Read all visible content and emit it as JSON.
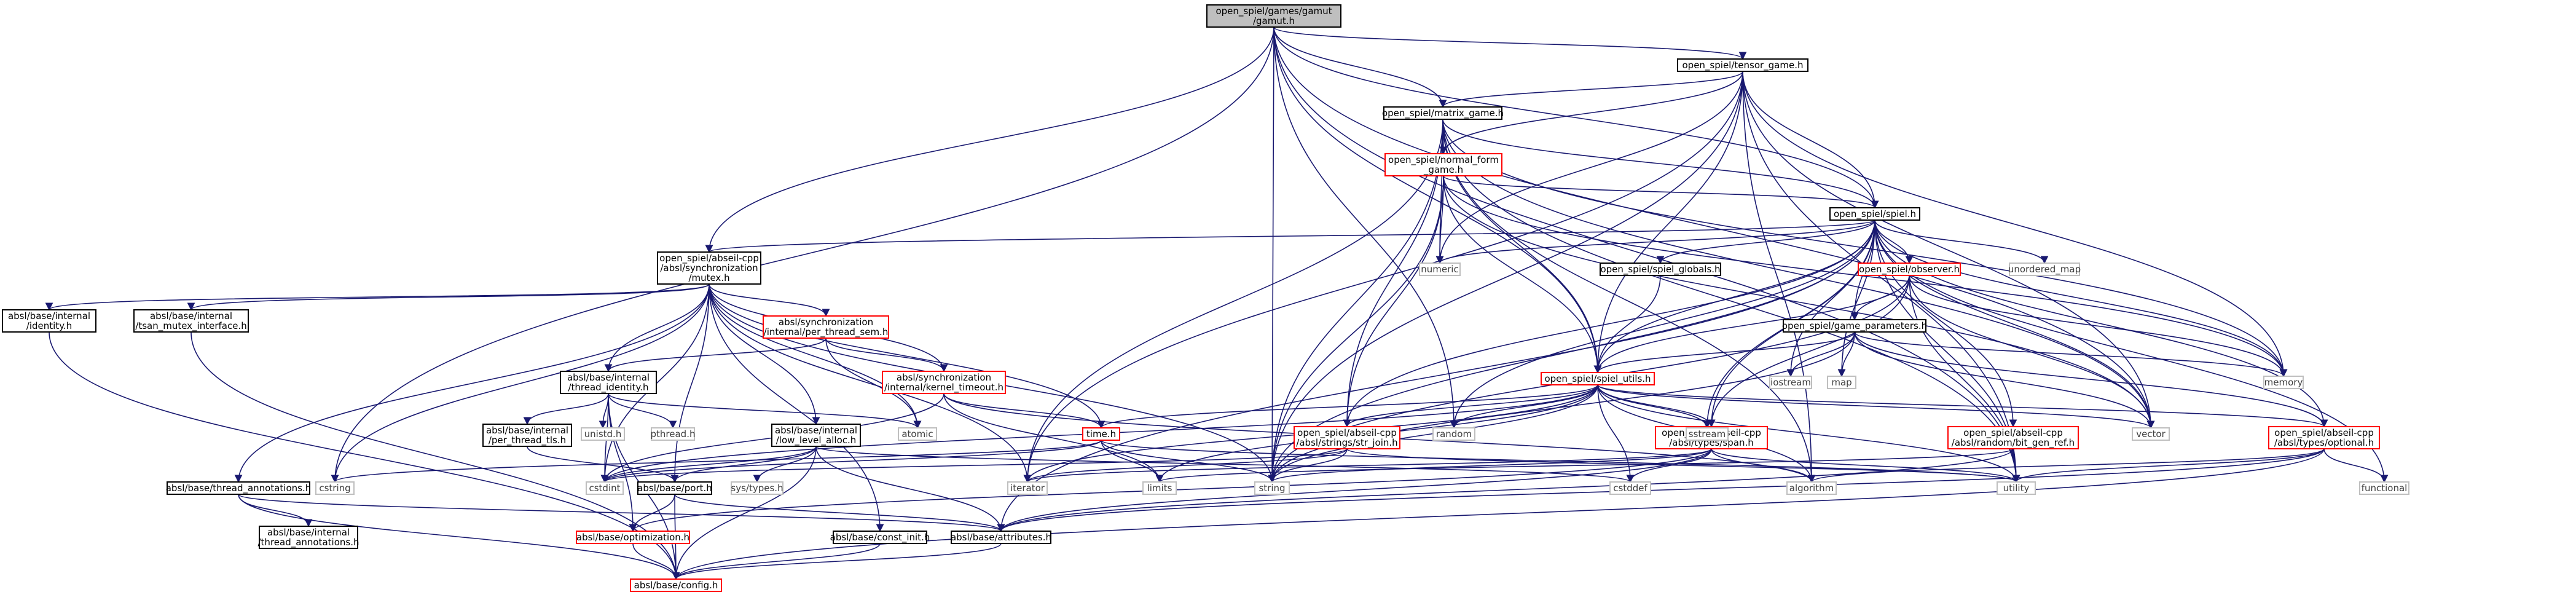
{
  "nodes": [
    {
      "id": "gamut",
      "lines": [
        "open_spiel/games/gamut",
        "/gamut.h"
      ],
      "style": "root"
    },
    {
      "id": "tensor_game",
      "lines": [
        "open_spiel/tensor_game.h"
      ],
      "style": "normal"
    },
    {
      "id": "matrix_game",
      "lines": [
        "open_spiel/matrix_game.h"
      ],
      "style": "normal"
    },
    {
      "id": "normal_form_game",
      "lines": [
        "open_spiel/normal_form",
        "_game.h"
      ],
      "style": "missing"
    },
    {
      "id": "spiel",
      "lines": [
        "open_spiel/spiel.h"
      ],
      "style": "normal"
    },
    {
      "id": "mutex",
      "lines": [
        "open_spiel/abseil-cpp",
        "/absl/synchronization",
        "/mutex.h"
      ],
      "style": "normal"
    },
    {
      "id": "spiel_globals",
      "lines": [
        "open_spiel/spiel_globals.h"
      ],
      "style": "normal"
    },
    {
      "id": "observer",
      "lines": [
        "open_spiel/observer.h"
      ],
      "style": "missing"
    },
    {
      "id": "game_parameters",
      "lines": [
        "open_spiel/game_parameters.h"
      ],
      "style": "normal"
    },
    {
      "id": "spiel_utils",
      "lines": [
        "open_spiel/spiel_utils.h"
      ],
      "style": "missing"
    },
    {
      "id": "identity",
      "lines": [
        "absl/base/internal",
        "/identity.h"
      ],
      "style": "normal"
    },
    {
      "id": "tsan",
      "lines": [
        "absl/base/internal",
        "/tsan_mutex_interface.h"
      ],
      "style": "normal"
    },
    {
      "id": "per_thread_sem",
      "lines": [
        "absl/synchronization",
        "/internal/per_thread_sem.h"
      ],
      "style": "missing"
    },
    {
      "id": "kernel_timeout",
      "lines": [
        "absl/synchronization",
        "/internal/kernel_timeout.h"
      ],
      "style": "missing"
    },
    {
      "id": "thread_identity",
      "lines": [
        "absl/base/internal",
        "/thread_identity.h"
      ],
      "style": "normal"
    },
    {
      "id": "per_thread_tls",
      "lines": [
        "absl/base/internal",
        "/per_thread_tls.h"
      ],
      "style": "normal"
    },
    {
      "id": "low_level_alloc",
      "lines": [
        "absl/base/internal",
        "/low_level_alloc.h"
      ],
      "style": "normal"
    },
    {
      "id": "time",
      "lines": [
        "time.h"
      ],
      "style": "missing"
    },
    {
      "id": "str_join",
      "lines": [
        "open_spiel/abseil-cpp",
        "/absl/strings/str_join.h"
      ],
      "style": "missing"
    },
    {
      "id": "span",
      "lines": [
        "open_spiel/abseil-cpp",
        "/absl/types/span.h"
      ],
      "style": "missing"
    },
    {
      "id": "bit_gen_ref",
      "lines": [
        "open_spiel/abseil-cpp",
        "/absl/random/bit_gen_ref.h"
      ],
      "style": "missing"
    },
    {
      "id": "optional",
      "lines": [
        "open_spiel/abseil-cpp",
        "/absl/types/optional.h"
      ],
      "style": "missing"
    },
    {
      "id": "thread_annotations",
      "lines": [
        "absl/base/thread_annotations.h"
      ],
      "style": "normal"
    },
    {
      "id": "internal_thread_annotations",
      "lines": [
        "absl/base/internal",
        "/thread_annotations.h"
      ],
      "style": "normal"
    },
    {
      "id": "port",
      "lines": [
        "absl/base/port.h"
      ],
      "style": "normal"
    },
    {
      "id": "optimization",
      "lines": [
        "absl/base/optimization.h"
      ],
      "style": "missing"
    },
    {
      "id": "config",
      "lines": [
        "absl/base/config.h"
      ],
      "style": "missing"
    },
    {
      "id": "const_init",
      "lines": [
        "absl/base/const_init.h"
      ],
      "style": "normal"
    },
    {
      "id": "attributes",
      "lines": [
        "absl/base/attributes.h"
      ],
      "style": "normal"
    },
    {
      "id": "numeric",
      "lines": [
        "numeric"
      ],
      "style": "plain"
    },
    {
      "id": "unordered_map",
      "lines": [
        "unordered_map"
      ],
      "style": "plain"
    },
    {
      "id": "memory",
      "lines": [
        "memory"
      ],
      "style": "plain"
    },
    {
      "id": "iostream",
      "lines": [
        "iostream"
      ],
      "style": "plain"
    },
    {
      "id": "map",
      "lines": [
        "map"
      ],
      "style": "plain"
    },
    {
      "id": "unistd",
      "lines": [
        "unistd.h"
      ],
      "style": "plain"
    },
    {
      "id": "pthread",
      "lines": [
        "pthread.h"
      ],
      "style": "plain"
    },
    {
      "id": "atomic",
      "lines": [
        "atomic"
      ],
      "style": "plain"
    },
    {
      "id": "random",
      "lines": [
        "random"
      ],
      "style": "plain"
    },
    {
      "id": "sstream",
      "lines": [
        "sstream"
      ],
      "style": "plain"
    },
    {
      "id": "vector",
      "lines": [
        "vector"
      ],
      "style": "plain"
    },
    {
      "id": "cstring",
      "lines": [
        "cstring"
      ],
      "style": "plain"
    },
    {
      "id": "cstdint",
      "lines": [
        "cstdint"
      ],
      "style": "plain"
    },
    {
      "id": "sys_types",
      "lines": [
        "sys/types.h"
      ],
      "style": "plain"
    },
    {
      "id": "iterator",
      "lines": [
        "iterator"
      ],
      "style": "plain"
    },
    {
      "id": "limits",
      "lines": [
        "limits"
      ],
      "style": "plain"
    },
    {
      "id": "string",
      "lines": [
        "string"
      ],
      "style": "plain"
    },
    {
      "id": "cstddef",
      "lines": [
        "cstddef"
      ],
      "style": "plain"
    },
    {
      "id": "algorithm",
      "lines": [
        "algorithm"
      ],
      "style": "plain"
    },
    {
      "id": "utility",
      "lines": [
        "utility"
      ],
      "style": "plain"
    },
    {
      "id": "functional",
      "lines": [
        "functional"
      ],
      "style": "plain"
    }
  ],
  "edges": [
    [
      "gamut",
      "tensor_game"
    ],
    [
      "gamut",
      "matrix_game"
    ],
    [
      "gamut",
      "spiel"
    ],
    [
      "gamut",
      "mutex"
    ],
    [
      "gamut",
      "spiel_utils"
    ],
    [
      "gamut",
      "cstring"
    ],
    [
      "gamut",
      "string"
    ],
    [
      "gamut",
      "vector"
    ],
    [
      "gamut",
      "random"
    ],
    [
      "gamut",
      "utility"
    ],
    [
      "tensor_game",
      "matrix_game"
    ],
    [
      "tensor_game",
      "normal_form_game"
    ],
    [
      "tensor_game",
      "spiel"
    ],
    [
      "tensor_game",
      "spiel_utils"
    ],
    [
      "tensor_game",
      "numeric"
    ],
    [
      "tensor_game",
      "memory"
    ],
    [
      "tensor_game",
      "vector"
    ],
    [
      "tensor_game",
      "string"
    ],
    [
      "tensor_game",
      "utility"
    ],
    [
      "tensor_game",
      "algorithm"
    ],
    [
      "tensor_game",
      "iterator"
    ],
    [
      "matrix_game",
      "normal_form_game"
    ],
    [
      "matrix_game",
      "spiel"
    ],
    [
      "matrix_game",
      "spiel_utils"
    ],
    [
      "matrix_game",
      "numeric"
    ],
    [
      "matrix_game",
      "memory"
    ],
    [
      "matrix_game",
      "vector"
    ],
    [
      "matrix_game",
      "string"
    ],
    [
      "matrix_game",
      "iterator"
    ],
    [
      "matrix_game",
      "str_join"
    ],
    [
      "matrix_game",
      "algorithm"
    ],
    [
      "matrix_game",
      "utility"
    ],
    [
      "normal_form_game",
      "spiel"
    ],
    [
      "normal_form_game",
      "spiel_utils"
    ],
    [
      "normal_form_game",
      "numeric"
    ],
    [
      "normal_form_game",
      "memory"
    ],
    [
      "normal_form_game",
      "vector"
    ],
    [
      "normal_form_game",
      "string"
    ],
    [
      "normal_form_game",
      "str_join"
    ],
    [
      "spiel",
      "mutex"
    ],
    [
      "spiel",
      "spiel_globals"
    ],
    [
      "spiel",
      "observer"
    ],
    [
      "spiel",
      "game_parameters"
    ],
    [
      "spiel",
      "spiel_utils"
    ],
    [
      "spiel",
      "numeric"
    ],
    [
      "spiel",
      "unordered_map"
    ],
    [
      "spiel",
      "memory"
    ],
    [
      "spiel",
      "iostream"
    ],
    [
      "spiel",
      "map"
    ],
    [
      "spiel",
      "random"
    ],
    [
      "spiel",
      "sstream"
    ],
    [
      "spiel",
      "vector"
    ],
    [
      "spiel",
      "string"
    ],
    [
      "spiel",
      "str_join"
    ],
    [
      "spiel",
      "span"
    ],
    [
      "spiel",
      "bit_gen_ref"
    ],
    [
      "spiel",
      "optional"
    ],
    [
      "spiel",
      "functional"
    ],
    [
      "spiel",
      "utility"
    ],
    [
      "spiel",
      "attributes"
    ],
    [
      "spiel_globals",
      "spiel_utils"
    ],
    [
      "observer",
      "game_parameters"
    ],
    [
      "observer",
      "spiel_utils"
    ],
    [
      "observer",
      "memory"
    ],
    [
      "observer",
      "string"
    ],
    [
      "observer",
      "vector"
    ],
    [
      "observer",
      "span"
    ],
    [
      "observer",
      "utility"
    ],
    [
      "game_parameters",
      "spiel_utils"
    ],
    [
      "game_parameters",
      "memory"
    ],
    [
      "game_parameters",
      "map"
    ],
    [
      "game_parameters",
      "string"
    ],
    [
      "game_parameters",
      "vector"
    ],
    [
      "game_parameters",
      "iostream"
    ],
    [
      "game_parameters",
      "optional"
    ],
    [
      "spiel_utils",
      "str_join"
    ],
    [
      "spiel_utils",
      "span"
    ],
    [
      "spiel_utils",
      "time"
    ],
    [
      "spiel_utils",
      "random"
    ],
    [
      "spiel_utils",
      "sstream"
    ],
    [
      "spiel_utils",
      "vector"
    ],
    [
      "spiel_utils",
      "string"
    ],
    [
      "spiel_utils",
      "algorithm"
    ],
    [
      "spiel_utils",
      "cstdint"
    ],
    [
      "spiel_utils",
      "utility"
    ],
    [
      "spiel_utils",
      "cstddef"
    ],
    [
      "spiel_utils",
      "optional"
    ],
    [
      "spiel_utils",
      "iterator"
    ],
    [
      "spiel_utils",
      "limits"
    ],
    [
      "mutex",
      "identity"
    ],
    [
      "mutex",
      "tsan"
    ],
    [
      "mutex",
      "per_thread_sem"
    ],
    [
      "mutex",
      "kernel_timeout"
    ],
    [
      "mutex",
      "thread_identity"
    ],
    [
      "mutex",
      "low_level_alloc"
    ],
    [
      "mutex",
      "thread_annotations"
    ],
    [
      "mutex",
      "const_init"
    ],
    [
      "mutex",
      "atomic"
    ],
    [
      "mutex",
      "cstdint"
    ],
    [
      "mutex",
      "cstring"
    ],
    [
      "mutex",
      "iterator"
    ],
    [
      "mutex",
      "string"
    ],
    [
      "mutex",
      "time"
    ],
    [
      "mutex",
      "port"
    ],
    [
      "identity",
      "config"
    ],
    [
      "tsan",
      "config"
    ],
    [
      "per_thread_sem",
      "thread_identity"
    ],
    [
      "per_thread_sem",
      "kernel_timeout"
    ],
    [
      "per_thread_sem",
      "atomic"
    ],
    [
      "kernel_timeout",
      "cstdint"
    ],
    [
      "kernel_timeout",
      "limits"
    ],
    [
      "kernel_timeout",
      "time"
    ],
    [
      "kernel_timeout",
      "algorithm"
    ],
    [
      "thread_identity",
      "per_thread_tls"
    ],
    [
      "thread_identity",
      "optimization"
    ],
    [
      "thread_identity",
      "config"
    ],
    [
      "thread_identity",
      "unistd"
    ],
    [
      "thread_identity",
      "pthread"
    ],
    [
      "thread_identity",
      "atomic"
    ],
    [
      "thread_identity",
      "cstdint"
    ],
    [
      "per_thread_tls",
      "port"
    ],
    [
      "low_level_alloc",
      "port"
    ],
    [
      "low_level_alloc",
      "config"
    ],
    [
      "low_level_alloc",
      "attributes"
    ],
    [
      "low_level_alloc",
      "sys_types"
    ],
    [
      "low_level_alloc",
      "cstdint"
    ],
    [
      "low_level_alloc",
      "cstddef"
    ],
    [
      "time",
      "cstdint"
    ],
    [
      "time",
      "string"
    ],
    [
      "time",
      "limits"
    ],
    [
      "time",
      "utility"
    ],
    [
      "time",
      "cstring"
    ],
    [
      "str_join",
      "string"
    ],
    [
      "str_join",
      "iterator"
    ],
    [
      "str_join",
      "utility"
    ],
    [
      "str_join",
      "cstdint"
    ],
    [
      "span",
      "algorithm"
    ],
    [
      "span",
      "cstddef"
    ],
    [
      "span",
      "string"
    ],
    [
      "span",
      "utility"
    ],
    [
      "span",
      "attributes"
    ],
    [
      "span",
      "optimization"
    ],
    [
      "span",
      "iterator"
    ],
    [
      "bit_gen_ref",
      "utility"
    ],
    [
      "bit_gen_ref",
      "limits"
    ],
    [
      "bit_gen_ref",
      "attributes"
    ],
    [
      "optional",
      "functional"
    ],
    [
      "optional",
      "utility"
    ],
    [
      "optional",
      "config"
    ],
    [
      "optional",
      "attributes"
    ],
    [
      "optional",
      "algorithm"
    ],
    [
      "thread_annotations",
      "internal_thread_annotations"
    ],
    [
      "thread_annotations",
      "config"
    ],
    [
      "thread_annotations",
      "attributes"
    ],
    [
      "port",
      "config"
    ],
    [
      "port",
      "attributes"
    ],
    [
      "port",
      "optimization"
    ],
    [
      "optimization",
      "config"
    ],
    [
      "const_init",
      "config"
    ],
    [
      "attributes",
      "config"
    ]
  ]
}
